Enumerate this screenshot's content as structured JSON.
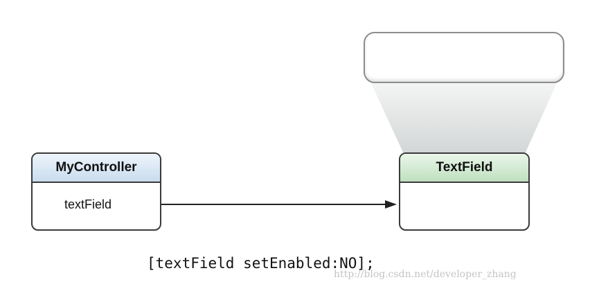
{
  "controller": {
    "title": "MyController",
    "outlet": "textField"
  },
  "target": {
    "title": "TextField"
  },
  "code": "[textField setEnabled:NO];",
  "watermark": "http://blog.csdn.net/developer_zhang",
  "colors": {
    "controller_header": "#c9dcee",
    "target_header": "#bfe0bf",
    "border": "#3a3a3a",
    "beam": "#d9dcdc"
  }
}
